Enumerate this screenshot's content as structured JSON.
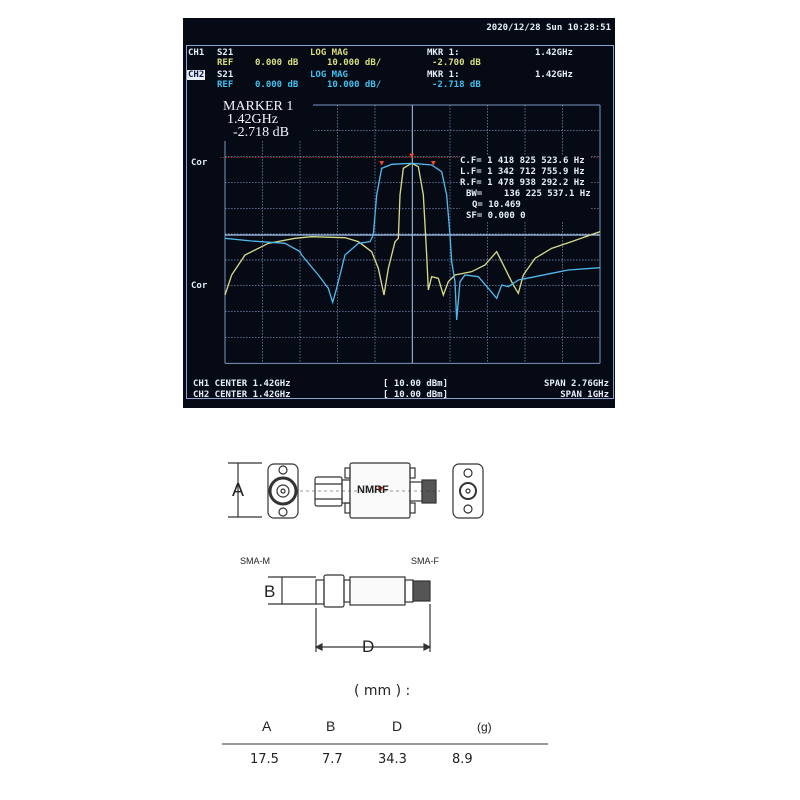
{
  "screen": {
    "datetime": "2020/12/28 Sun 10:28:51",
    "ch1": {
      "label": "CH1",
      "param": "S21",
      "format": "LOG MAG",
      "ref_label": "REF",
      "ref": "0.000 dB",
      "scale": "10.000 dB/",
      "marker_label": "MKR 1:",
      "marker_freq": "1.42GHz",
      "marker_value": "-2.700 dB",
      "color": "#d9dc7a"
    },
    "ch2": {
      "label": "CH2",
      "param": "S21",
      "format": "LOG MAG",
      "ref_label": "REF",
      "ref": "0.000 dB",
      "scale": "10.000 dB/",
      "marker_label": "MKR 1:",
      "marker_freq": "1.42GHz",
      "marker_value": "-2.718 dB",
      "color": "#3fc0f0"
    },
    "marker_box": {
      "title": "MARKER 1",
      "freq": "1.42GHz",
      "value": "-2.718 dB"
    },
    "cor_labels": [
      "Cor",
      "Cor"
    ],
    "stats": [
      "C.F= 1 418 825 523.6 Hz",
      "L.F= 1 342 712 755.9 Hz",
      "R.F= 1 478 938 292.2 Hz",
      "BW=    136 225 537.1 Hz",
      "Q= 10.469",
      "SF= 0.000 0"
    ],
    "footer": {
      "ch1_center": "CH1 CENTER 1.42GHz",
      "ch2_center": "CH2 CENTER 1.42GHz",
      "ch1_power": "[ 10.00 dBm]",
      "ch2_power": "[ 10.00 dBm]",
      "ch1_span": "SPAN 2.76GHz",
      "ch2_span": "SPAN 1GHz"
    }
  },
  "drawing": {
    "brand": "NMRF",
    "dim_a": "A",
    "dim_b": "B",
    "dim_d": "D",
    "left_connector": "SMA-M",
    "right_connector": "SMA-F"
  },
  "table": {
    "unit_caption": "( mm ) :",
    "headers": [
      "A",
      "B",
      "D",
      "(g)"
    ],
    "values": [
      "17.5",
      "7.7",
      "34.3",
      "8.9"
    ]
  }
}
